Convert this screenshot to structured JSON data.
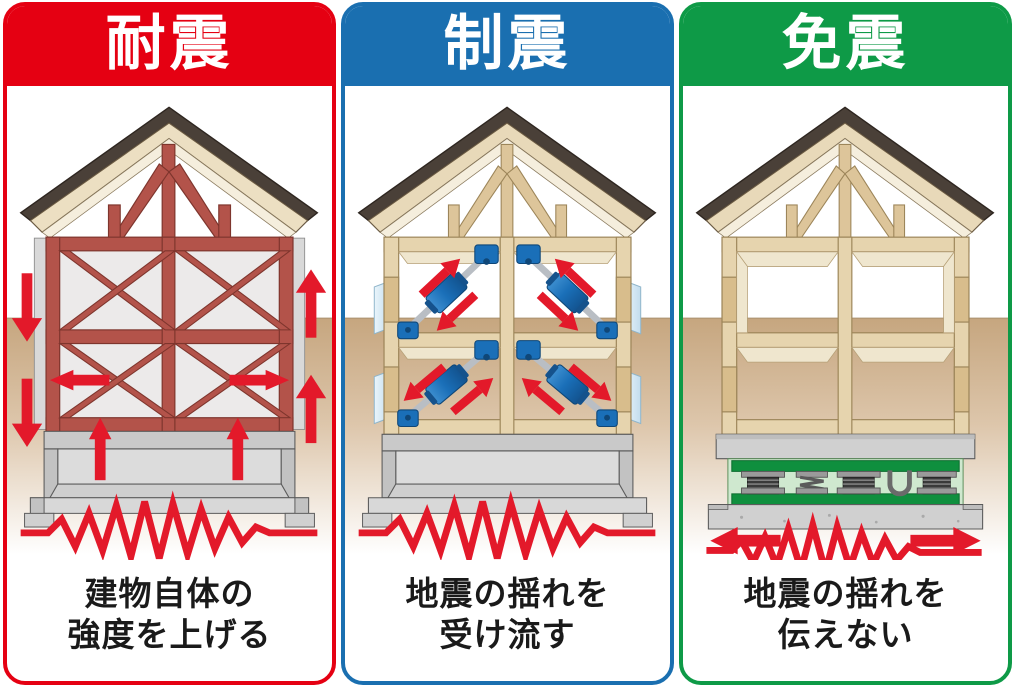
{
  "figure": {
    "title_visible": false,
    "panel_count": 3
  },
  "colors": {
    "red": "#e50012",
    "blue": "#1a6fb0",
    "green": "#0e9a47",
    "arrow_red": "#e3192a",
    "wave_red": "#e3192a",
    "wood_light": "#ecdfc2",
    "wood_mid": "#d8bd8c",
    "wood_dark": "#c9a86a",
    "brace_red": "#b3534a",
    "brace_red_dark": "#8e3d35",
    "concrete": "#d4d4d4",
    "concrete_dark": "#b4b4b4",
    "ground_top": "#c9ab86",
    "ground_bottom": "#ffffff",
    "roof_edge": "#4a4038",
    "damper_blue": "#1f6fb8",
    "damper_blue_dark": "#15528c",
    "damper_rod": "#c2c6cb",
    "isolator_green": "#0f8f3e",
    "isolator_pale": "#cfe8cf",
    "isolator_metal": "#8d8d8d",
    "isolator_rubber": "#3a3a3a",
    "glass_blue": "#cfe6f3"
  },
  "panels": [
    {
      "id": "taishin",
      "header": "耐震",
      "header_color": "#e50012",
      "caption_lines": [
        "建物自体の",
        "強度を上げる"
      ],
      "illustration": {
        "name": "house-cross-section-braced",
        "description": "two-story timber house cross-section with red X bracing in all four wall bays",
        "brace_count": 4,
        "floors": 2,
        "foundation": "concrete-strip-footing",
        "arrows": [
          {
            "name": "arrow-down-left-upper",
            "direction": "down"
          },
          {
            "name": "arrow-down-left-lower",
            "direction": "down"
          },
          {
            "name": "arrow-up-right-upper",
            "direction": "up"
          },
          {
            "name": "arrow-up-right-lower",
            "direction": "up"
          },
          {
            "name": "arrow-left-mid",
            "direction": "left"
          },
          {
            "name": "arrow-right-mid",
            "direction": "right"
          },
          {
            "name": "arrow-up-bottom-left",
            "direction": "up"
          },
          {
            "name": "arrow-up-bottom-right",
            "direction": "up"
          }
        ],
        "seismic_wave": "red-zigzag"
      }
    },
    {
      "id": "seishin",
      "header": "制震",
      "header_color": "#1a6fb0",
      "caption_lines": [
        "地震の揺れを",
        "受け流す"
      ],
      "illustration": {
        "name": "house-cross-section-dampers",
        "description": "two-story timber house cross-section with four blue hydraulic dampers mounted diagonally",
        "damper_count": 4,
        "floors": 2,
        "foundation": "concrete-strip-footing",
        "arrows": [
          {
            "name": "damper-arrow-pair-upper-left",
            "direction": "bidirectional-diagonal"
          },
          {
            "name": "damper-arrow-pair-upper-right",
            "direction": "bidirectional-diagonal"
          },
          {
            "name": "damper-arrow-pair-lower-left",
            "direction": "bidirectional-diagonal"
          },
          {
            "name": "damper-arrow-pair-lower-right",
            "direction": "bidirectional-diagonal"
          }
        ],
        "seismic_wave": "red-zigzag"
      }
    },
    {
      "id": "menshin",
      "header": "免震",
      "header_color": "#0e9a47",
      "caption_lines": [
        "地震の揺れを",
        "伝えない"
      ],
      "illustration": {
        "name": "house-cross-section-base-isolation",
        "description": "two-story timber house cross-section on a base-isolation layer with laminated rubber bearings, a coil spring and a U-shaped steel damper",
        "isolator_bearings": 3,
        "coil_springs": 1,
        "u_dampers": 1,
        "floors": 2,
        "foundation": "isolated-base-slab",
        "arrows": [
          {
            "name": "arrow-left-ground",
            "direction": "left"
          },
          {
            "name": "arrow-right-ground",
            "direction": "right"
          }
        ],
        "seismic_wave": "red-zigzag"
      }
    }
  ]
}
